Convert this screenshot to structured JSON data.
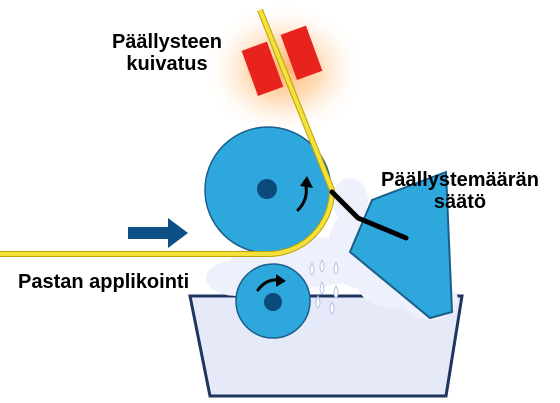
{
  "labels": {
    "drying_line1": "Päällysteen",
    "drying_line2": "kuivatus",
    "metering_line1": "Päällystemäärän",
    "metering_line2": "säätö",
    "application": "Pastan applikointi"
  },
  "colors": {
    "roll": "#2ea8dc",
    "roll_outline": "#1a5f8a",
    "roll_hub": "#0d4a7c",
    "web": "#f5e13a",
    "web_outline": "#b8a30a",
    "heater": "#e8231d",
    "glow": "#ffb060",
    "tank_fill": "#e6e9f8",
    "tank_outline": "#1e3560",
    "direction_arrow": "#0d4f86",
    "blade": "#000000"
  },
  "icons": {
    "feed_arrow": "right-arrow-icon",
    "rotation": "rotation-arrow-icon"
  }
}
